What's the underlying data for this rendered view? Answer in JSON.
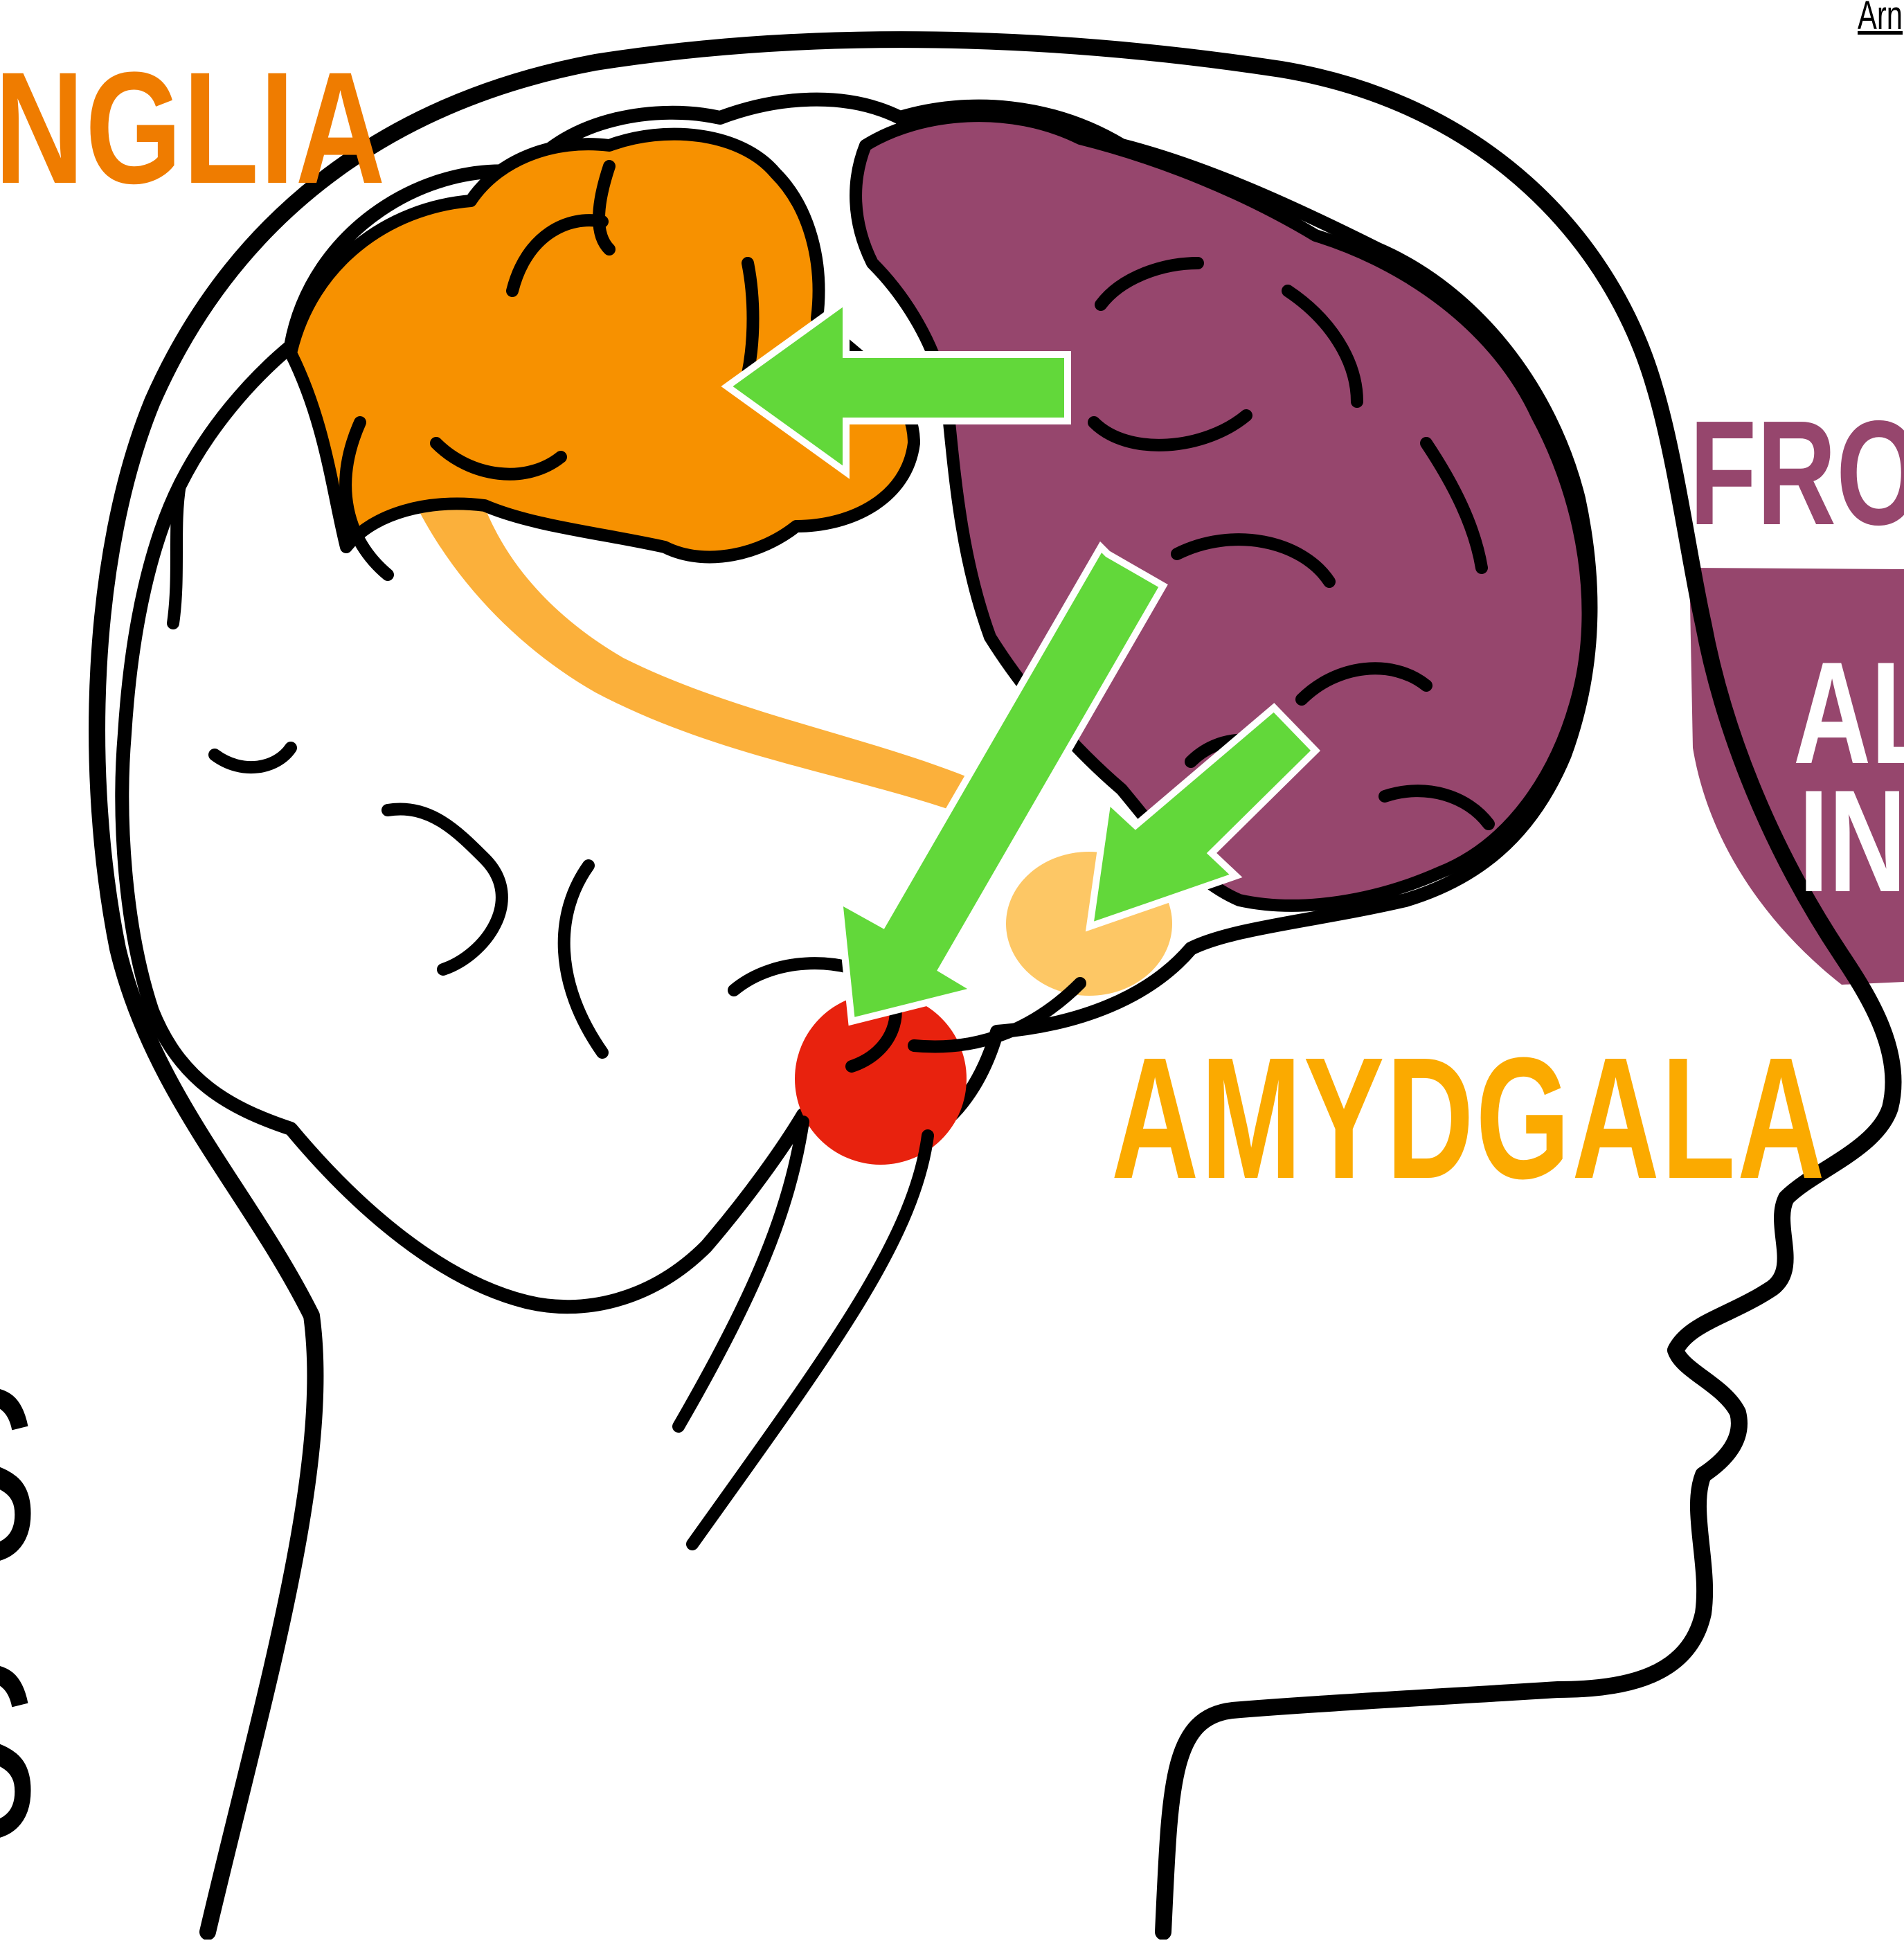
{
  "labels": {
    "basal_ganglia_fragment": "NGLIA",
    "frontal_fragment": "FRO",
    "amygdala": "AMYDGALA",
    "panel_line1_fragment": "AL",
    "panel_line2_fragment": "IN",
    "left_fragment_top": "S",
    "left_fragment_bottom": "S",
    "corner_link_fragment": "Arn"
  },
  "colors": {
    "outline": "#000000",
    "basal_ganglia": "#f79100",
    "basal_ganglia_light": "#fbb03b",
    "frontal_lobe": "#96466d",
    "amygdala_region": "#fdc765",
    "brainstem_spot": "#e8220e",
    "arrow_fill": "#62d83a",
    "arrow_border": "#ffffff",
    "ganglia_text": "#ef7c00",
    "amygdala_text": "#fbaa00",
    "frontal_text": "#96466d",
    "panel_text": "#ffffff",
    "fragment_text": "#000000"
  },
  "icons": [
    "green-arrow-left-icon",
    "green-arrow-down-left-icon",
    "green-arrow-down-left-icon"
  ]
}
